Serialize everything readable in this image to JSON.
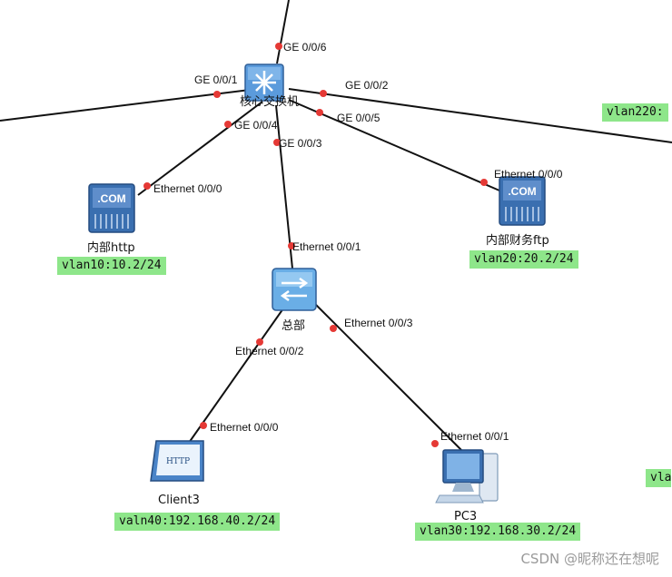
{
  "nodes": {
    "core": {
      "label": "核心交换机"
    },
    "hq": {
      "label": "总部"
    },
    "http_server": {
      "label": "内部http",
      "icon_text": ".COM"
    },
    "ftp_server": {
      "label": "内部财务ftp",
      "icon_text": ".COM"
    },
    "client3": {
      "label": "Client3",
      "icon_text": "HTTP"
    },
    "pc3": {
      "label": "PC3"
    }
  },
  "ports": {
    "core_ge006": "GE 0/0/6",
    "core_ge001": "GE 0/0/1",
    "core_ge002": "GE 0/0/2",
    "core_ge004": "GE 0/0/4",
    "core_ge005": "GE 0/0/5",
    "core_ge003": "GE 0/0/3",
    "http_eth000": "Ethernet 0/0/0",
    "ftp_eth000": "Ethernet 0/0/0",
    "hq_eth001": "Ethernet 0/0/1",
    "hq_eth002": "Ethernet 0/0/2",
    "hq_eth003": "Ethernet 0/0/3",
    "client3_eth000": "Ethernet 0/0/0",
    "pc3_eth001": "Ethernet 0/0/1"
  },
  "vlans": {
    "vlan220": "vlan220:",
    "http": "vlan10:10.2/24",
    "ftp": "vlan20:20.2/24",
    "client3": "valn40:192.168.40.2/24",
    "pc3": "vlan30:192.168.30.2/24",
    "right_edge": "vla"
  },
  "watermark": "CSDN @昵称还在想呢",
  "colors": {
    "link": "#111111",
    "port_dot": "#e53935",
    "vlan_bg": "#8ee68a",
    "device_blue": "#3a6fb0"
  }
}
